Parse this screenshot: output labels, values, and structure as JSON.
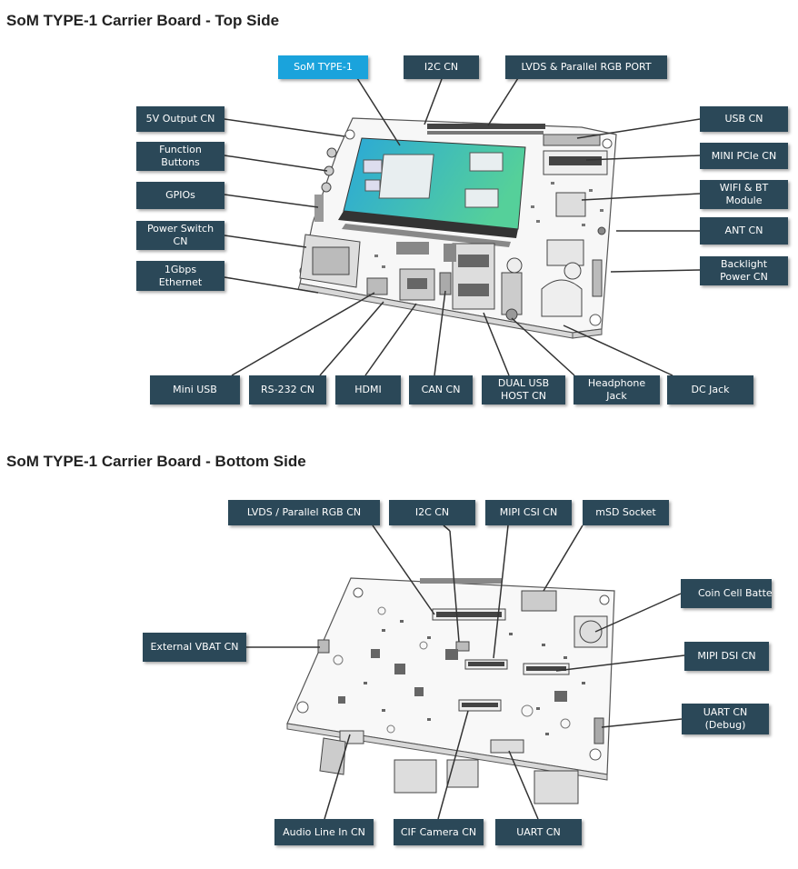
{
  "top": {
    "title": "SoM TYPE-1 Carrier Board - Top Side",
    "labels": {
      "som": "SoM TYPE-1",
      "i2c": "I2C CN",
      "lvds_port": "LVDS & Parallel RGB PORT",
      "v5_output": "5V Output CN",
      "function_buttons": "Function\nButtons",
      "gpios": "GPIOs",
      "power_switch": "Power Switch\nCN",
      "ethernet": "1Gbps\nEthernet",
      "usb_cn": "USB CN",
      "mini_pcie": "MINI PCIe CN",
      "wifi_bt": "WIFI & BT\nModule",
      "ant": "ANT CN",
      "backlight": "Backlight\nPower CN",
      "mini_usb": "Mini USB",
      "rs232": "RS-232 CN",
      "hdmi": "HDMI",
      "can": "CAN CN",
      "dual_usb": "DUAL USB\nHOST CN",
      "headphone": "Headphone\nJack",
      "dc_jack": "DC Jack"
    }
  },
  "bottom": {
    "title": "SoM TYPE-1 Carrier Board - Bottom Side",
    "labels": {
      "lvds_cn": "LVDS / Parallel RGB CN",
      "i2c": "I2C CN",
      "mipi_csi": "MIPI CSI CN",
      "msd": "mSD Socket",
      "coin_cell": "Coin Cell Battery",
      "ext_vbat": "External VBAT CN",
      "mipi_dsi": "MIPI DSI CN",
      "uart_debug": "UART CN\n(Debug)",
      "audio": "Audio Line In CN",
      "cif": "CIF Camera CN",
      "uart": "UART CN"
    }
  },
  "colors": {
    "label_bg": "#2b4858",
    "highlight_bg": "#1aa3dc",
    "som_gradient_start": "#2aa8d8",
    "som_gradient_end": "#55d09a"
  }
}
